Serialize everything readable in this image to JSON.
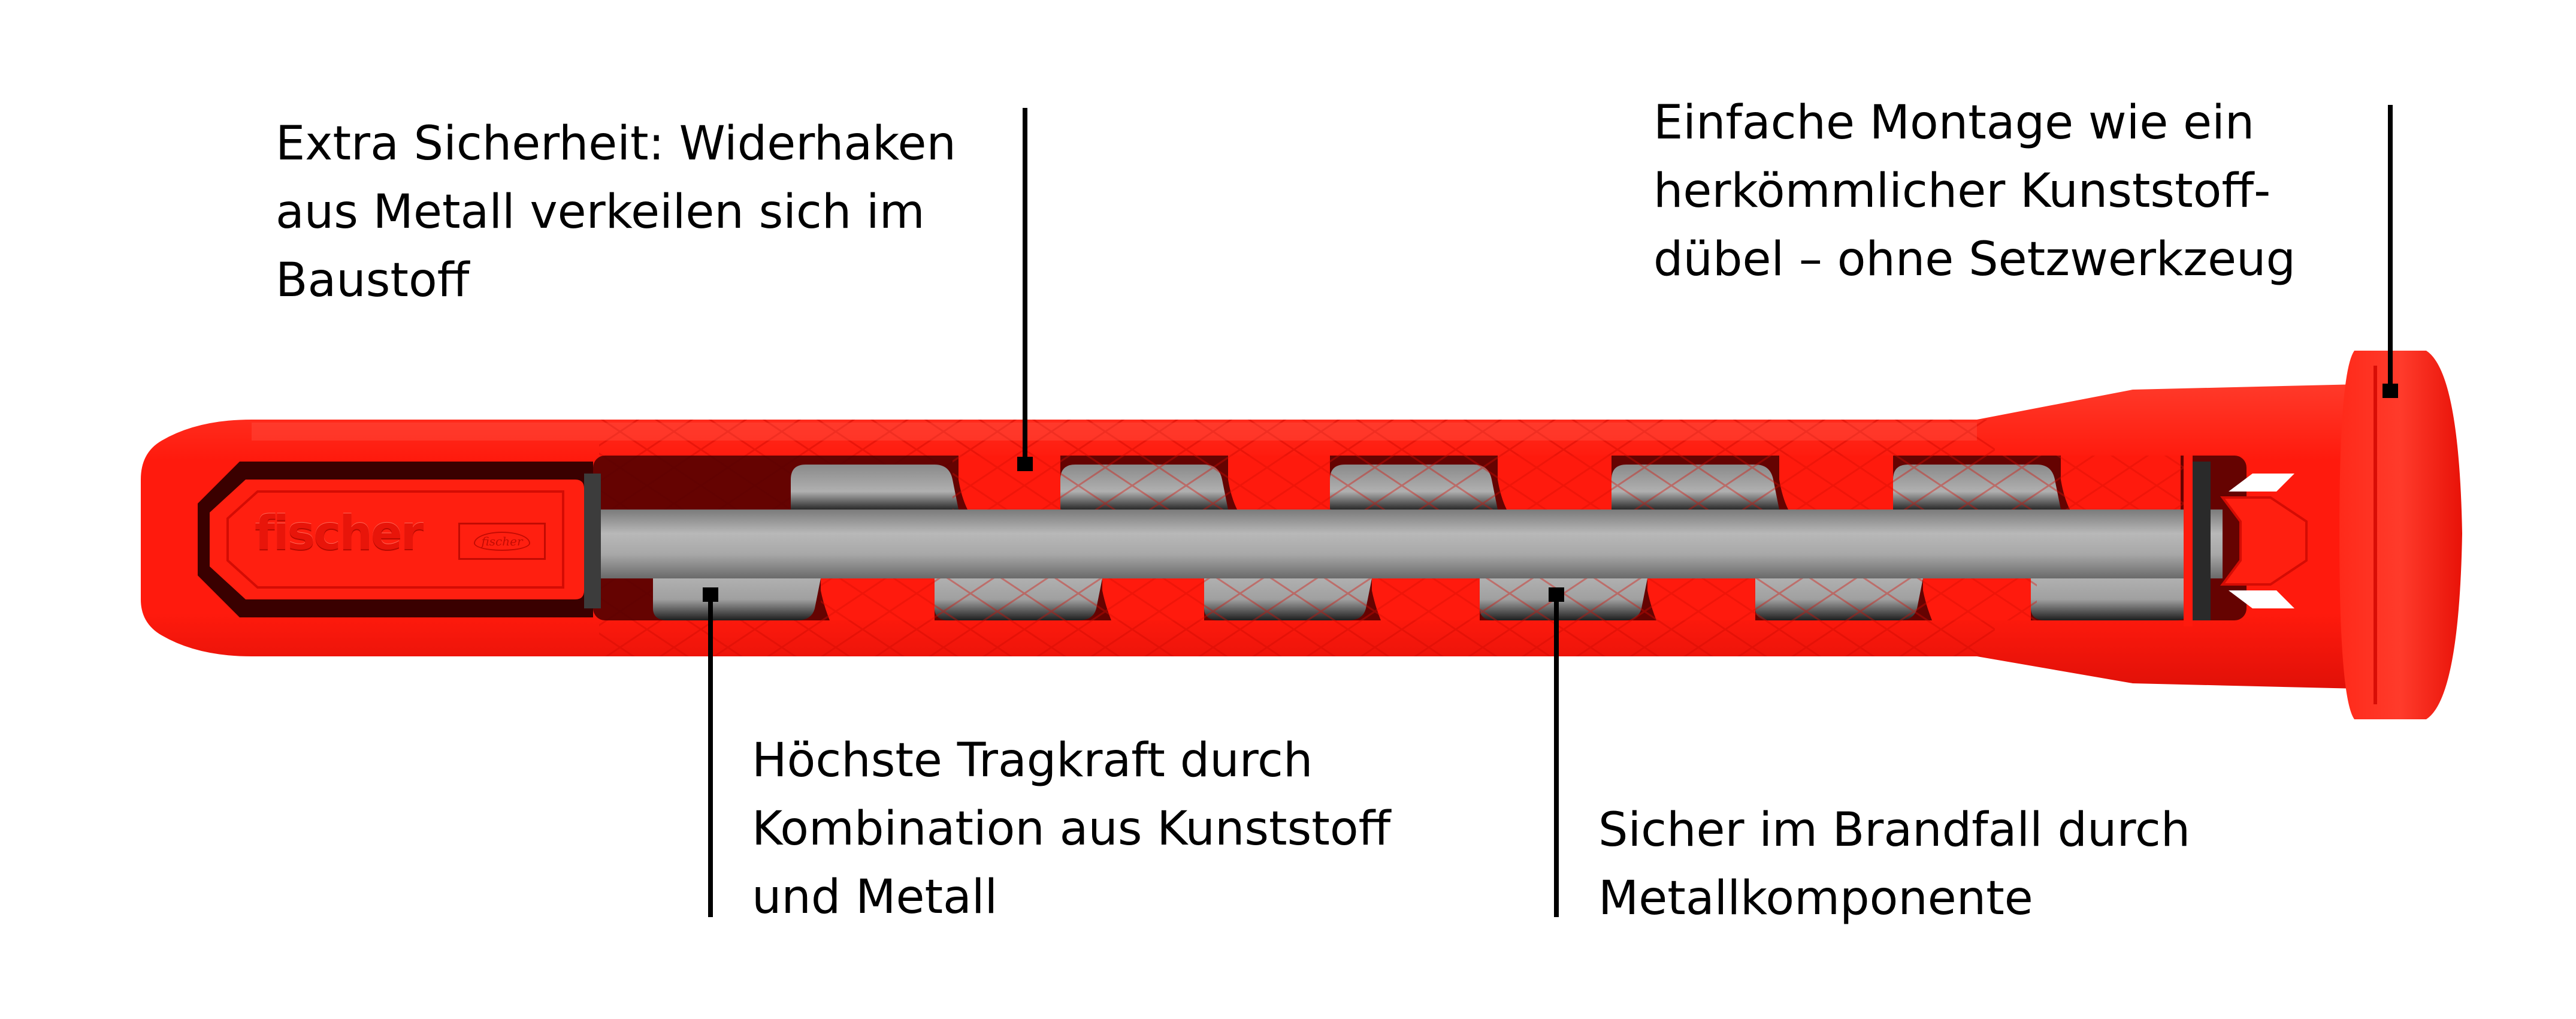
{
  "colors": {
    "plastic_red": "#ff1a0d",
    "plastic_dark": "#c80a00",
    "plastic_shadow": "#5a0000",
    "metal_light": "#b4b4b4",
    "metal_mid": "#8c8c8c",
    "metal_dark": "#3a3a3a",
    "text": "#000000",
    "background": "#ffffff"
  },
  "product": {
    "brand_logo": "fischer",
    "logo_badge": "fischer"
  },
  "callouts": [
    {
      "id": "barbs",
      "lines": [
        "Extra Sicherheit: Widerhaken",
        "aus Metall verkeilen sich im",
        "Baustoff"
      ]
    },
    {
      "id": "mounting",
      "lines": [
        "Einfache Montage wie ein",
        "herkömmlicher Kunststoff-",
        "dübel – ohne Setzwerkzeug"
      ]
    },
    {
      "id": "load",
      "lines": [
        "Höchste Tragkraft durch",
        "Kombination aus Kunststoff",
        "und Metall"
      ]
    },
    {
      "id": "fire",
      "lines": [
        "Sicher im Brandfall durch",
        "Metallkomponente"
      ]
    }
  ]
}
